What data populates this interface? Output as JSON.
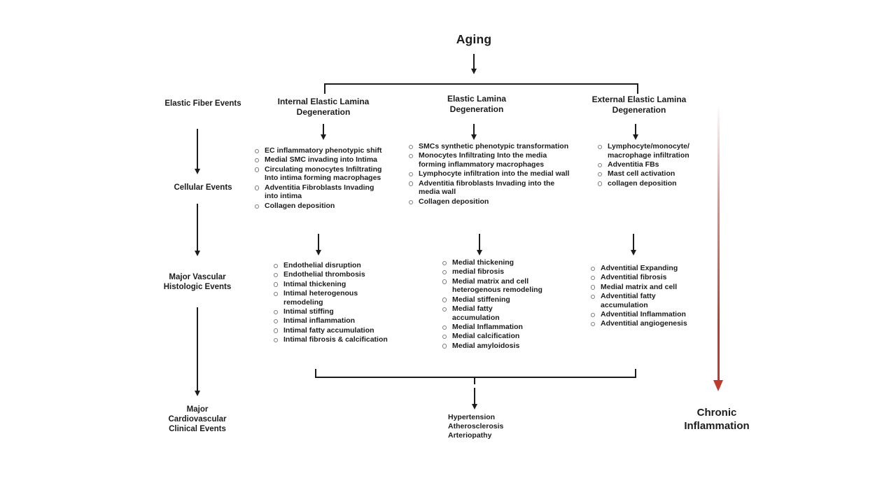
{
  "palette": {
    "ink": "#1c1c1c",
    "red": "#c0392b",
    "bullet_ring": "#7a7a7a",
    "background": "#ffffff"
  },
  "title": "Aging",
  "left_axis": {
    "labels": [
      "Elastic Fiber Events",
      "Cellular Events",
      "Major Vascular\nHistologic Events",
      "Major\nCardiovascular\nClinical Events"
    ]
  },
  "columns": [
    {
      "header": "Internal Elastic Lamina\nDegeneration",
      "cellular_events": [
        "EC inflammatory phenotypic shift",
        "Medial SMC invading into  Intima",
        "Circulating monocytes Infiltrating\nInto intima  forming macrophages",
        "Adventitia Fibroblasts Invading\ninto  intima",
        "Collagen deposition"
      ],
      "histologic_events": [
        "Endothelial disruption",
        "Endothelial thrombosis",
        "Intimal thickening",
        "Intimal heterogenous\nremodeling",
        "Intimal stiffing",
        "Intimal inflammation",
        "Intimal fatty accumulation",
        "Intimal fibrosis & calcification"
      ]
    },
    {
      "header": "Elastic Lamina\nDegeneration",
      "cellular_events": [
        "SMCs  synthetic  phenotypic transformation",
        "Monocytes Infiltrating Into the media\nforming inflammatory macrophages",
        "Lymphocyte infiltration into the medial wall",
        "Adventitia fibroblasts Invading into the\nmedia wall",
        "Collagen deposition"
      ],
      "histologic_events": [
        "Medial thickening",
        "medial fibrosis",
        "Medial matrix and cell\nheterogenous remodeling",
        "Medial stiffening",
        "Medial fatty\naccumulation",
        "Medial Inflammation",
        "Medial calcification",
        "Medial amyloidosis"
      ]
    },
    {
      "header": "External Elastic Lamina\nDegeneration",
      "cellular_events": [
        "Lymphocyte/monocyte/\nmacrophage  infiltration",
        "Adventitia FBs",
        "Mast cell activation",
        "collagen deposition"
      ],
      "histologic_events": [
        "Adventitial Expanding",
        "Adventitial  fibrosis",
        "Medial matrix and cell",
        "Adventitial fatty\naccumulation",
        "Adventitial  Inflammation",
        "Adventitial angiogenesis"
      ]
    }
  ],
  "outcomes": "Hypertension\nAtherosclerosis\nArteriopathy",
  "side_outcome": "Chronic\nInflammation"
}
